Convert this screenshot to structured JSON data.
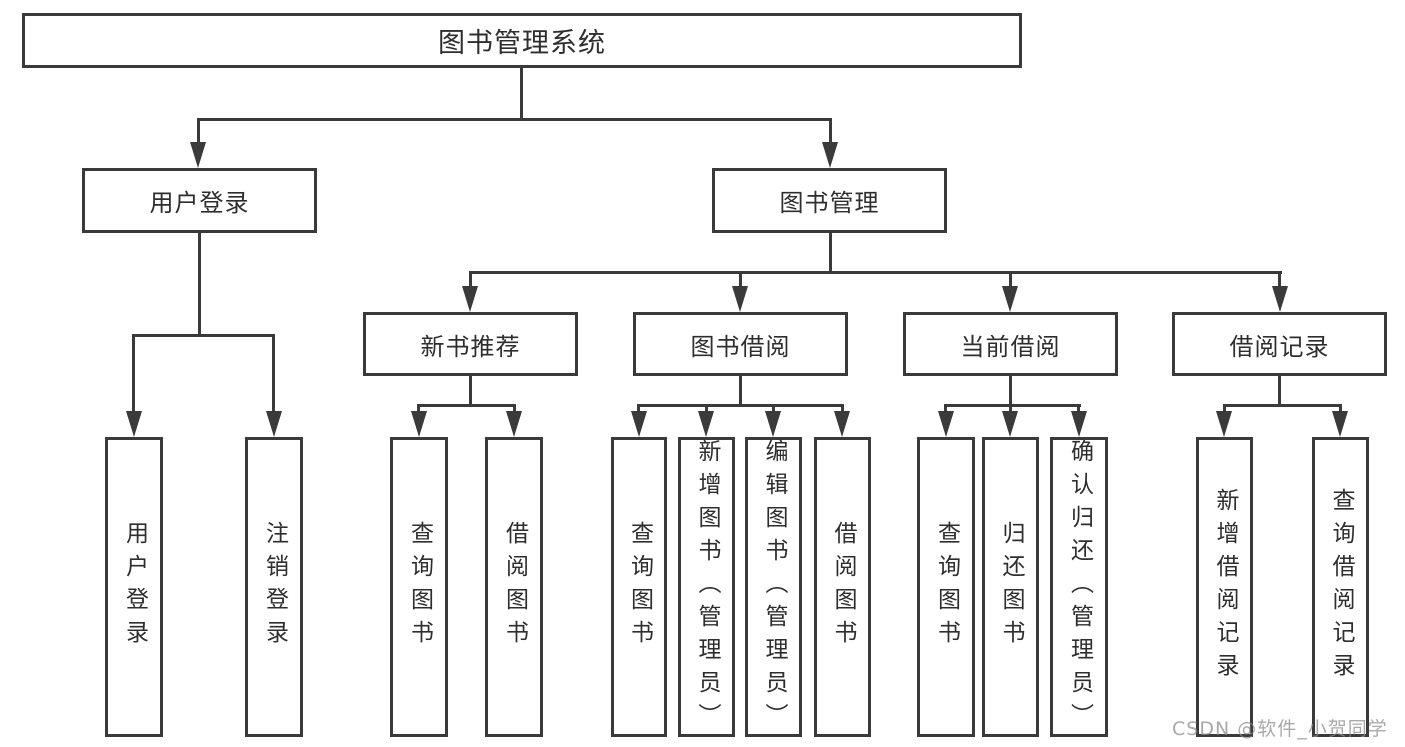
{
  "tree": {
    "label": "图书管理系统",
    "children": [
      {
        "label": "用户登录",
        "children": [
          {
            "label": "用户登录"
          },
          {
            "label": "注销登录"
          }
        ]
      },
      {
        "label": "图书管理",
        "children": [
          {
            "label": "新书推荐",
            "children": [
              {
                "label": "查询图书"
              },
              {
                "label": "借阅图书"
              }
            ]
          },
          {
            "label": "图书借阅",
            "children": [
              {
                "label": "查询图书"
              },
              {
                "label": "新增图书（管理员）"
              },
              {
                "label": "编辑图书（管理员）"
              },
              {
                "label": "借阅图书"
              }
            ]
          },
          {
            "label": "当前借阅",
            "children": [
              {
                "label": "查询图书"
              },
              {
                "label": "归还图书"
              },
              {
                "label": "确认归还（管理员）"
              }
            ]
          },
          {
            "label": "借阅记录",
            "children": [
              {
                "label": "新增借阅记录"
              },
              {
                "label": "查询借阅记录"
              }
            ]
          }
        ]
      }
    ]
  },
  "watermark": {
    "text": "CSDN @软件_小贺同学"
  },
  "colors": {
    "line": "#3a3a3a",
    "text": "#2e2e2e",
    "background": "#ffffff",
    "watermark": "#8c8c8c"
  }
}
